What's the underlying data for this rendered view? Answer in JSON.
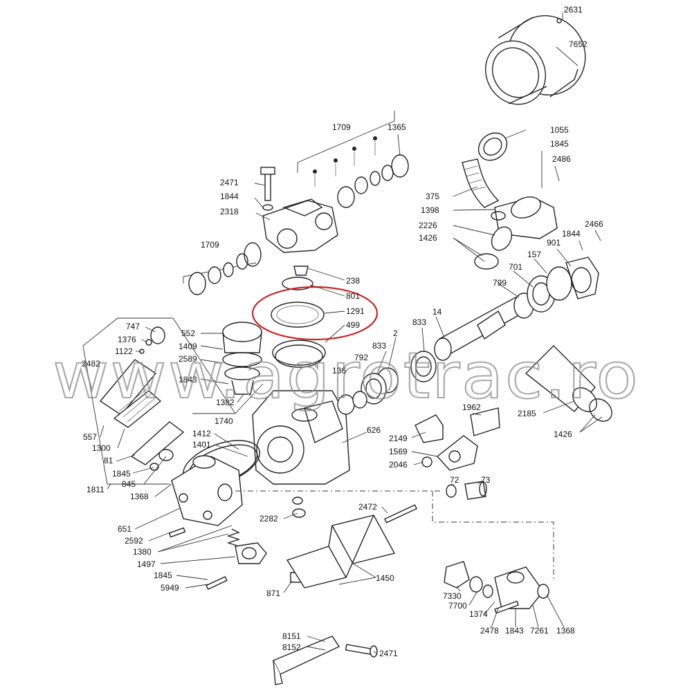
{
  "watermark": "www.agrotrac.ro",
  "highlight": {
    "color": "#cc2222",
    "labels": [
      "801",
      "1291",
      "499"
    ]
  },
  "parts": [
    {
      "id": "2631",
      "label": "2631"
    },
    {
      "id": "7652",
      "label": "7652"
    },
    {
      "id": "1709a",
      "label": "1709"
    },
    {
      "id": "1365",
      "label": "1365"
    },
    {
      "id": "1055",
      "label": "1055"
    },
    {
      "id": "1845a",
      "label": "1845"
    },
    {
      "id": "2486",
      "label": "2486"
    },
    {
      "id": "2471a",
      "label": "2471"
    },
    {
      "id": "1844a",
      "label": "1844"
    },
    {
      "id": "2318",
      "label": "2318"
    },
    {
      "id": "375",
      "label": "375"
    },
    {
      "id": "1398",
      "label": "1398"
    },
    {
      "id": "2226",
      "label": "2226"
    },
    {
      "id": "2466",
      "label": "2466"
    },
    {
      "id": "1844b",
      "label": "1844"
    },
    {
      "id": "1426a",
      "label": "1426"
    },
    {
      "id": "901",
      "label": "901"
    },
    {
      "id": "157",
      "label": "157"
    },
    {
      "id": "1709b",
      "label": "1709"
    },
    {
      "id": "701",
      "label": "701"
    },
    {
      "id": "238",
      "label": "238"
    },
    {
      "id": "799",
      "label": "799"
    },
    {
      "id": "801",
      "label": "801"
    },
    {
      "id": "1291",
      "label": "1291"
    },
    {
      "id": "499",
      "label": "499"
    },
    {
      "id": "14",
      "label": "14"
    },
    {
      "id": "833a",
      "label": "833"
    },
    {
      "id": "747",
      "label": "747"
    },
    {
      "id": "552",
      "label": "552"
    },
    {
      "id": "1376",
      "label": "1376"
    },
    {
      "id": "1409",
      "label": "1409"
    },
    {
      "id": "2",
      "label": "2"
    },
    {
      "id": "833b",
      "label": "833"
    },
    {
      "id": "1122",
      "label": "1122"
    },
    {
      "id": "2589",
      "label": "2589"
    },
    {
      "id": "2482",
      "label": "2482"
    },
    {
      "id": "792",
      "label": "792"
    },
    {
      "id": "136",
      "label": "136"
    },
    {
      "id": "1843a",
      "label": "1843"
    },
    {
      "id": "1382",
      "label": "1382"
    },
    {
      "id": "2185",
      "label": "2185"
    },
    {
      "id": "1740",
      "label": "1740"
    },
    {
      "id": "1962",
      "label": "1962"
    },
    {
      "id": "626",
      "label": "626"
    },
    {
      "id": "1426b",
      "label": "1426"
    },
    {
      "id": "557",
      "label": "557"
    },
    {
      "id": "1412",
      "label": "1412"
    },
    {
      "id": "2149",
      "label": "2149"
    },
    {
      "id": "1300",
      "label": "1300"
    },
    {
      "id": "1401",
      "label": "1401"
    },
    {
      "id": "1569",
      "label": "1569"
    },
    {
      "id": "81",
      "label": "81"
    },
    {
      "id": "2046",
      "label": "2046"
    },
    {
      "id": "1845b",
      "label": "1845"
    },
    {
      "id": "72",
      "label": "72"
    },
    {
      "id": "73",
      "label": "73"
    },
    {
      "id": "845",
      "label": "845"
    },
    {
      "id": "1811",
      "label": "1811"
    },
    {
      "id": "1368a",
      "label": "1368"
    },
    {
      "id": "2472",
      "label": "2472"
    },
    {
      "id": "2282",
      "label": "2282"
    },
    {
      "id": "651",
      "label": "651"
    },
    {
      "id": "2592",
      "label": "2592"
    },
    {
      "id": "1380",
      "label": "1380"
    },
    {
      "id": "1497",
      "label": "1497"
    },
    {
      "id": "1450",
      "label": "1450"
    },
    {
      "id": "1845c",
      "label": "1845"
    },
    {
      "id": "7330",
      "label": "7330"
    },
    {
      "id": "5949",
      "label": "5949"
    },
    {
      "id": "871",
      "label": "871"
    },
    {
      "id": "7700",
      "label": "7700"
    },
    {
      "id": "1374",
      "label": "1374"
    },
    {
      "id": "2478",
      "label": "2478"
    },
    {
      "id": "1843b",
      "label": "1843"
    },
    {
      "id": "7261",
      "label": "7261"
    },
    {
      "id": "1368b",
      "label": "1368"
    },
    {
      "id": "8151",
      "label": "8151"
    },
    {
      "id": "8152",
      "label": "8152"
    },
    {
      "id": "2471b",
      "label": "2471"
    }
  ]
}
